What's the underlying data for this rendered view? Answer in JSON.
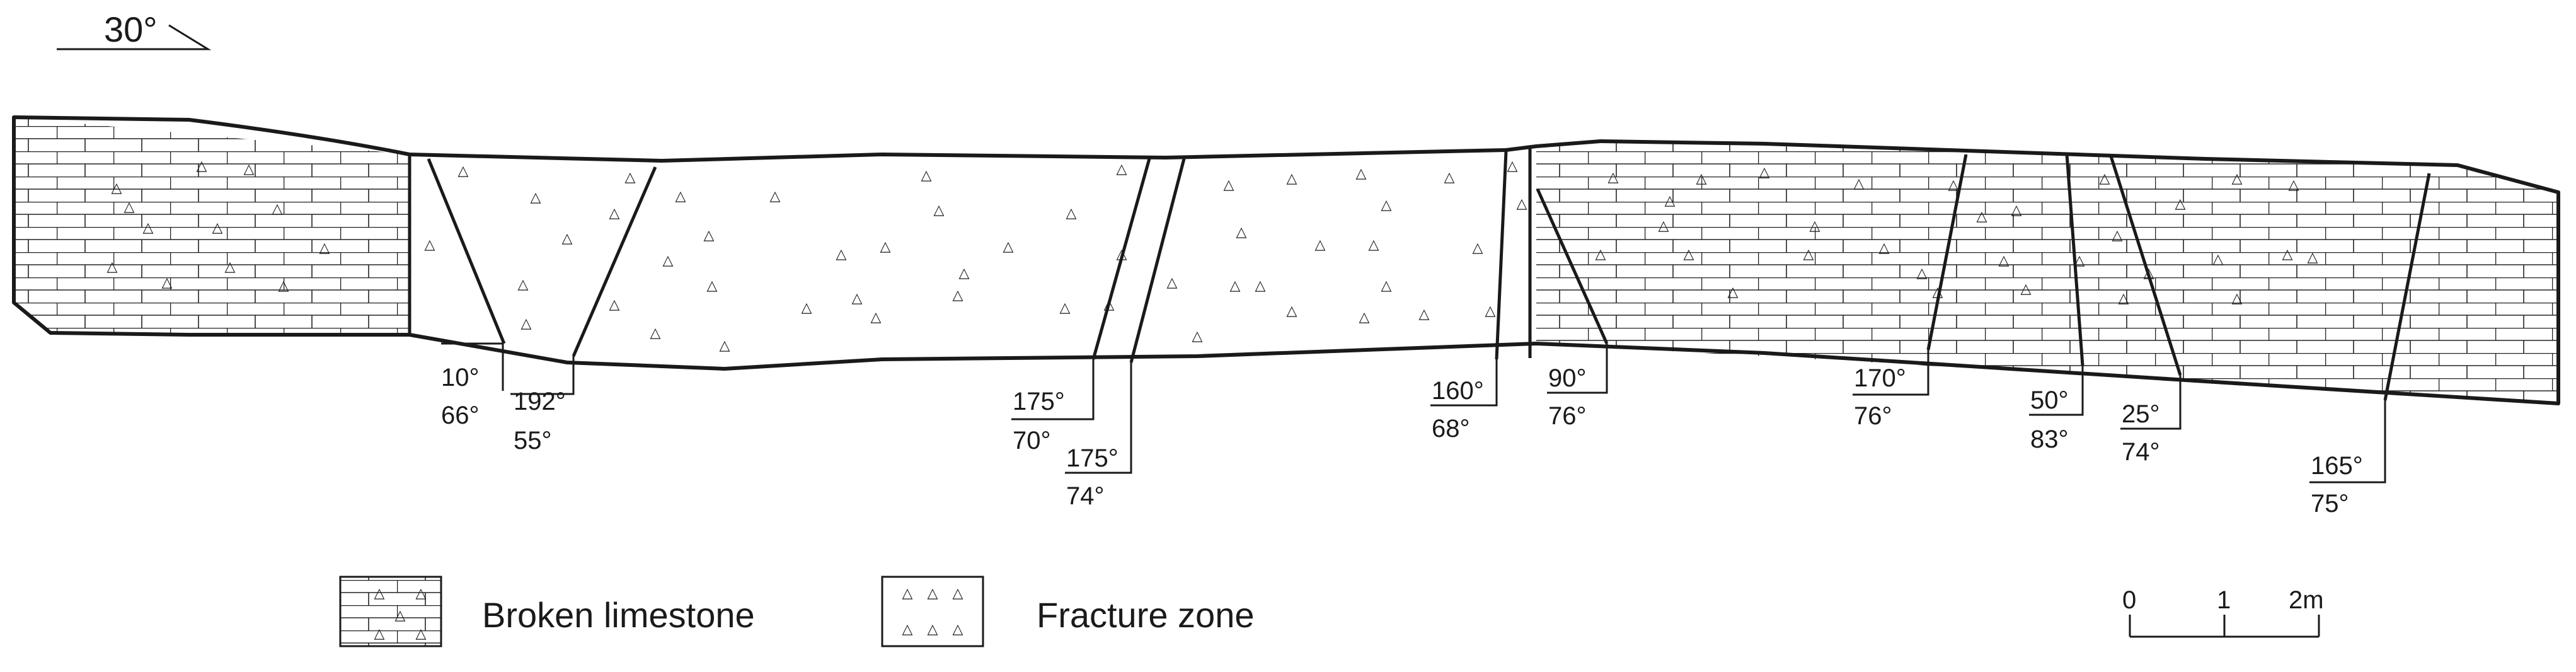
{
  "north": {
    "label": "30°"
  },
  "faults": [
    {
      "strike": "10°",
      "dip": "66°"
    },
    {
      "strike": "192°",
      "dip": "55°"
    },
    {
      "strike": "175°",
      "dip": "70°"
    },
    {
      "strike": "175°",
      "dip": "74°"
    },
    {
      "strike": "160°",
      "dip": "68°"
    },
    {
      "strike": "90°",
      "dip": "76°"
    },
    {
      "strike": "170°",
      "dip": "76°"
    },
    {
      "strike": "50°",
      "dip": "83°"
    },
    {
      "strike": "25°",
      "dip": "74°"
    },
    {
      "strike": "165°",
      "dip": "75°"
    }
  ],
  "legend": {
    "broken_limestone": "Broken limestone",
    "fracture_zone": "Fracture zone"
  },
  "scale": {
    "labels": [
      "0",
      "1",
      "2m"
    ]
  },
  "symbols": {
    "triangle": "△"
  },
  "colors": {
    "line": "#1a1a1a",
    "background": "#ffffff"
  }
}
